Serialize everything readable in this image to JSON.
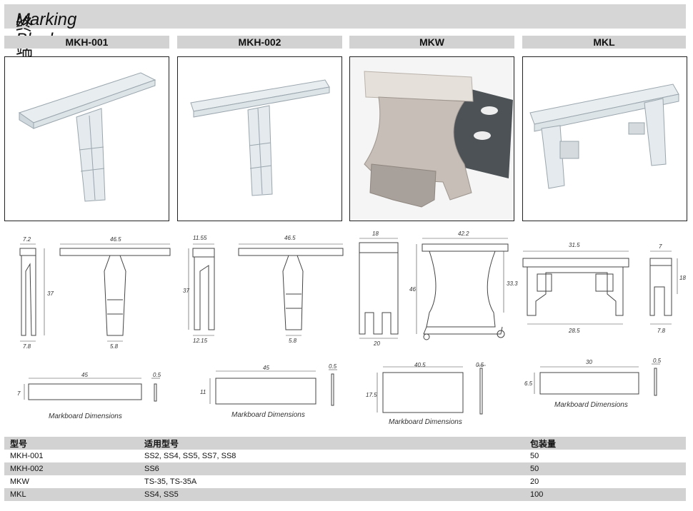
{
  "title": {
    "zh": "终端标示牌 / ",
    "en": "Marking Block"
  },
  "products": [
    {
      "header": "MKH-001"
    },
    {
      "header": "MKH-002"
    },
    {
      "header": "MKW"
    },
    {
      "header": "MKL"
    }
  ],
  "dims": {
    "mkh001": {
      "a": "7.2",
      "b": "46.5",
      "c": "37",
      "d": "7.8",
      "e": "5.8"
    },
    "mkh002": {
      "a": "11.55",
      "b": "46.5",
      "c": "37",
      "d": "12.15",
      "e": "5.8"
    },
    "mkw": {
      "a": "18",
      "b": "42.2",
      "c": "46",
      "d": "33.3",
      "e": "20"
    },
    "mkl": {
      "a": "31.5",
      "b": "28.5",
      "c": "7",
      "d": "18",
      "e": "7.8"
    }
  },
  "markboards": [
    {
      "w": "45",
      "h": "7",
      "t": "0.5",
      "label": "Markboard Dimensions"
    },
    {
      "w": "45",
      "h": "11",
      "t": "0.5",
      "label": "Markboard Dimensions"
    },
    {
      "w": "40.5",
      "h": "17.5",
      "t": "0.5",
      "label": "Markboard Dimensions"
    },
    {
      "w": "30",
      "h": "6.5",
      "t": "0.5",
      "label": "Markboard Dimensions"
    }
  ],
  "table": {
    "headers": [
      "型号",
      "适用型号",
      "包装量"
    ],
    "rows": [
      [
        "MKH-001",
        "SS2, SS4, SS5, SS7, SS8",
        "50"
      ],
      [
        "MKH-002",
        "SS6",
        "50"
      ],
      [
        "MKW",
        "TS-35, TS-35A",
        "20"
      ],
      [
        "MKL",
        "SS4, SS5",
        "100"
      ]
    ]
  }
}
